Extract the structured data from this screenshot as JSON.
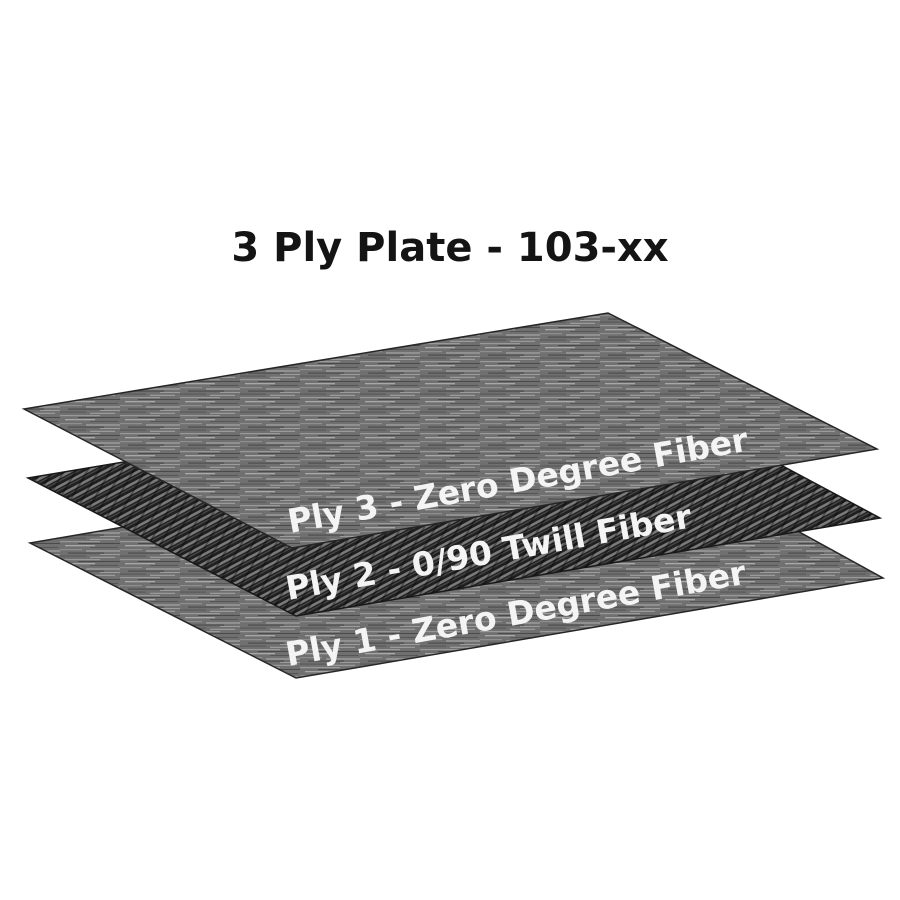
{
  "title": "3 Ply Plate - 103-xx",
  "plies": [
    {
      "label": "Ply 3 - Zero Degree Fiber",
      "material": "zero-degree-fiber"
    },
    {
      "label": "Ply 2 - 0/90 Twill Fiber",
      "material": "twill-0-90-fiber"
    },
    {
      "label": "Ply 1 - Zero Degree Fiber",
      "material": "zero-degree-fiber"
    }
  ],
  "colors": {
    "background": "#ffffff",
    "title": "#141414",
    "zero_degree_base": "#6e6e6e",
    "twill_base": "#2f2f2f",
    "label": "#f4f4f4",
    "edge": "#262626"
  }
}
